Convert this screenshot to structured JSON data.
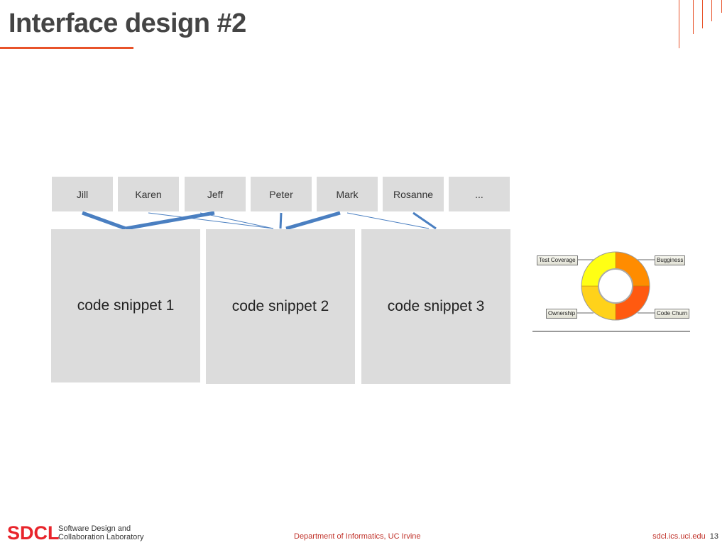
{
  "title": "Interface design #2",
  "people": [
    {
      "name": "Jill"
    },
    {
      "name": "Karen"
    },
    {
      "name": "Jeff"
    },
    {
      "name": "Peter"
    },
    {
      "name": "Mark"
    },
    {
      "name": "Rosanne"
    },
    {
      "name": "..."
    }
  ],
  "snippets": [
    {
      "label": "code snippet 1"
    },
    {
      "label": "code snippet 2"
    },
    {
      "label": "code snippet 3"
    }
  ],
  "links": [
    {
      "from": "Jill",
      "to": "code snippet 1",
      "weight": "thick"
    },
    {
      "from": "Jeff",
      "to": "code snippet 1",
      "weight": "thick"
    },
    {
      "from": "Karen",
      "to": "code snippet 2",
      "weight": "thin"
    },
    {
      "from": "Jeff",
      "to": "code snippet 2",
      "weight": "thin"
    },
    {
      "from": "Peter",
      "to": "code snippet 2",
      "weight": "medium"
    },
    {
      "from": "Mark",
      "to": "code snippet 2",
      "weight": "thick"
    },
    {
      "from": "Mark",
      "to": "code snippet 3",
      "weight": "thin"
    },
    {
      "from": "Rosanne",
      "to": "code snippet 3",
      "weight": "medium"
    }
  ],
  "metrics": {
    "test_coverage": "Test Coverage",
    "bugginess": "Bugginess",
    "ownership": "Ownership",
    "code_churn": "Code Churn"
  },
  "colors": {
    "accent": "#e8532a",
    "box": "#dcdcdc",
    "link": "#4a7fc1",
    "donut": [
      "#ff8c00",
      "#ff5a10",
      "#ffd21a",
      "#ffff14"
    ]
  },
  "footer": {
    "logo": "SDCL",
    "subtitle_line1": "Software Design and",
    "subtitle_line2": "Collaboration Laboratory",
    "department": "Department of Informatics, UC Irvine",
    "site": "sdcl.ics.uci.edu",
    "page": "13"
  }
}
